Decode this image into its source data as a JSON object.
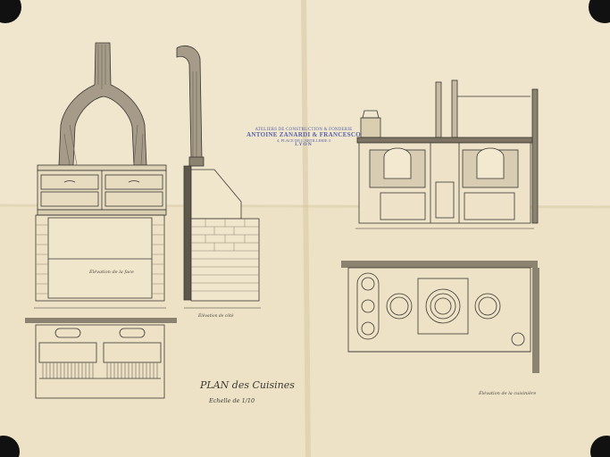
{
  "drawing": {
    "stamp": {
      "line1": "ATELIERS DE CONSTRUCTION & FONDERIE",
      "line2": "ANTOINE ZANARDI & FRANCESCO",
      "line3": "4, PLACE DE L'ARTILLERIE 4",
      "line4": "LYON"
    },
    "plan_title": "PLAN des Cuisines",
    "plan_scale": "Echelle de 1/10",
    "labels": {
      "elevation_front": "Élévation de la face",
      "elevation_side": "Élévation de côté",
      "elevation_main": "Élévation de la cuisinière"
    },
    "colors": {
      "paper": "#efe6cd",
      "ink": "#3a3632",
      "stamp": "#5a62a8"
    }
  }
}
